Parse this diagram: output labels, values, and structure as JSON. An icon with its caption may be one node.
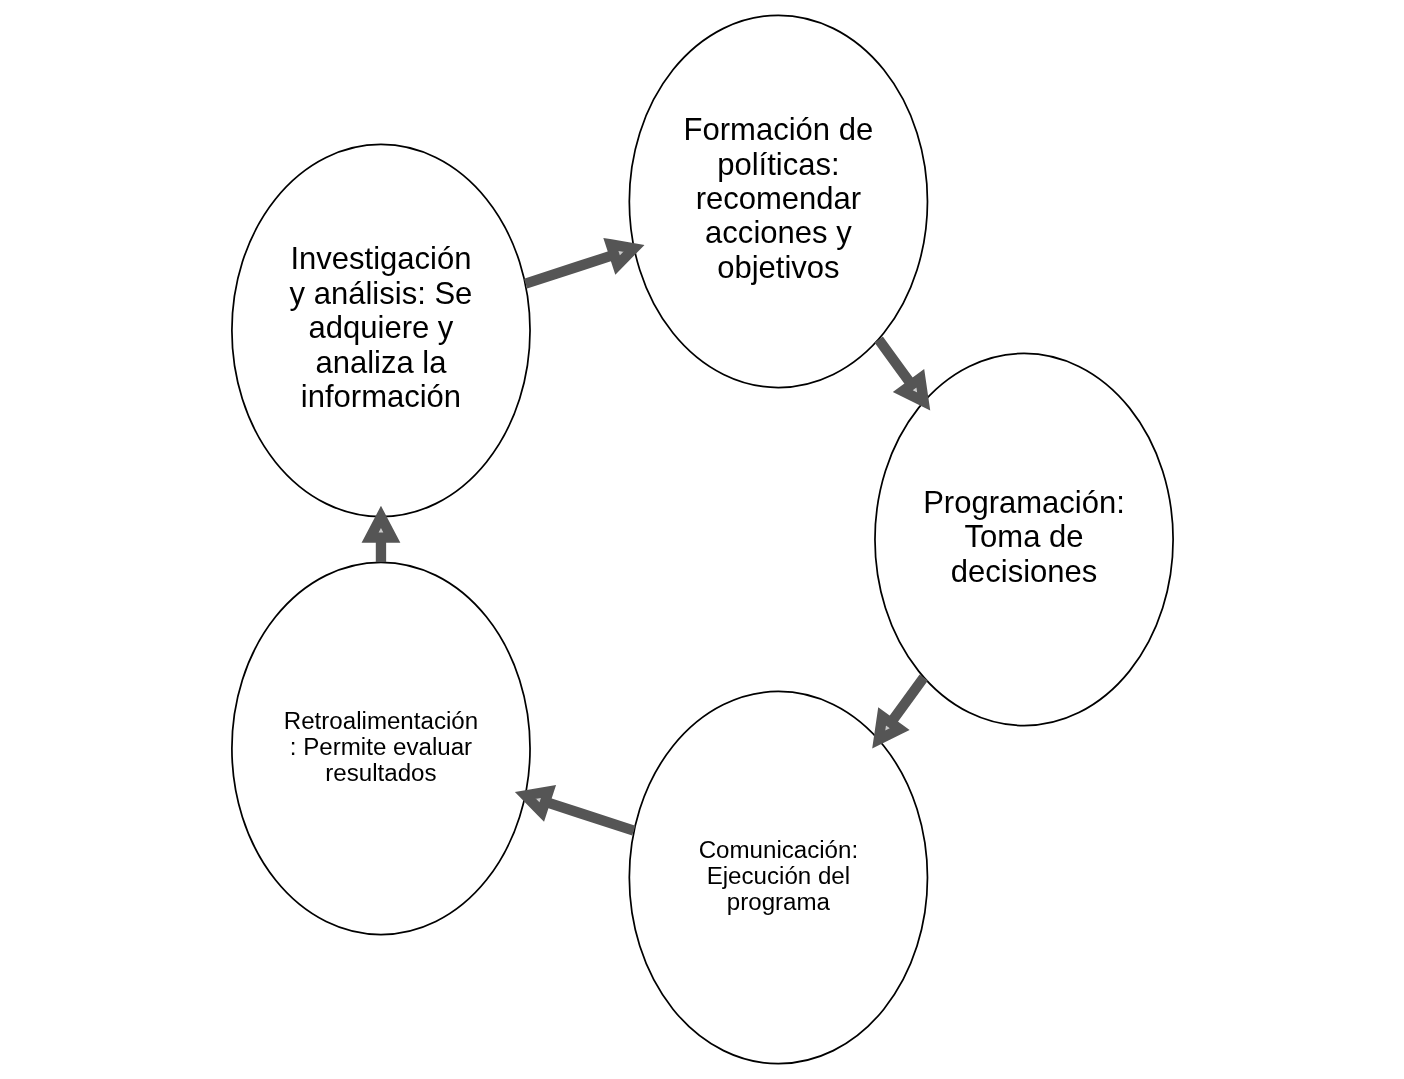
{
  "diagram": {
    "nodes": [
      {
        "text": [
          "Comunicación: Ejecución del programa"
        ]
      },
      {
        "text": [
          "Retroalimentación : Permite evaluar resultados"
        ]
      },
      {
        "text": [
          "Investigación y análisis: Se adquiere y analiza la información"
        ]
      },
      {
        "text": [
          "Formación de políticas: recomendar acciones y objetivos"
        ]
      },
      {
        "text": [
          "Programación: Toma de decisiones"
        ]
      }
    ],
    "edges": [
      {
        "from": 0,
        "to": 1,
        "arrow": "to"
      },
      {
        "from": 1,
        "to": 2,
        "arrow": "to"
      },
      {
        "from": 2,
        "to": 3,
        "arrow": "to"
      },
      {
        "from": 3,
        "to": 4,
        "arrow": "to"
      },
      {
        "from": 4,
        "to": 0,
        "arrow": "to"
      }
    ]
  }
}
